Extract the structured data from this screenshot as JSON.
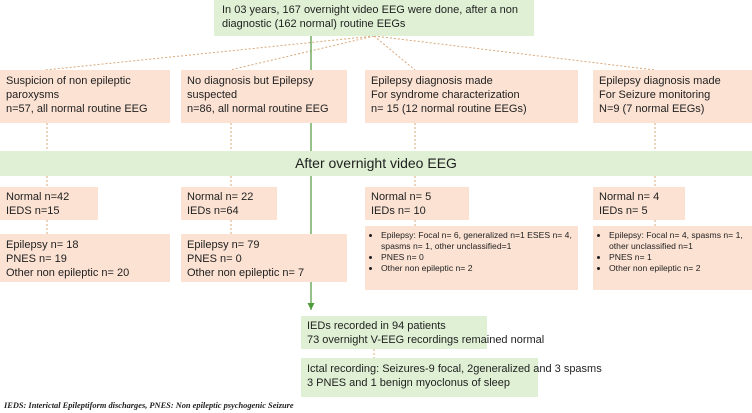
{
  "top": {
    "lines": [
      "In 03 years, 167 overnight video EEG were done, after a non",
      "diagnostic (162 normal) routine EEGs"
    ]
  },
  "categories": [
    {
      "lines": [
        "Suspicion of non epileptic",
        "paroxysms",
        "n=57, all normal routine EEG"
      ],
      "results": [
        "Normal n=42",
        "IEDS n=15"
      ],
      "outcomes": [
        "Epilepsy n= 18",
        "PNES n= 19",
        "Other non epileptic n= 20"
      ]
    },
    {
      "lines": [
        "No diagnosis but Epilepsy",
        "suspected",
        "n=86, all normal routine EEG"
      ],
      "results": [
        "Normal n= 22",
        "IEDs n=64"
      ],
      "outcomes": [
        "Epilepsy n= 79",
        "PNES n= 0",
        "Other non epileptic n= 7"
      ]
    },
    {
      "lines": [
        "Epilepsy diagnosis made",
        "For syndrome characterization",
        "n= 15 (12 normal routine EEGs)"
      ],
      "results": [
        "Normal n= 5",
        "IEDs n= 10"
      ],
      "bullets": [
        "Epilepsy: Focal n= 6, generalized n=1 ESES n= 4, spasms n= 1, other unclassified=1",
        "PNES n= 0",
        "Other non epileptic n= 2"
      ]
    },
    {
      "lines": [
        "Epilepsy diagnosis made",
        "For Seizure monitoring",
        "N=9 (7 normal EEGs)"
      ],
      "results": [
        "Normal n= 4",
        "IEDs n= 5"
      ],
      "bullets": [
        "Epilepsy: Focal n= 4, spasms n= 1, other unclassified n=1",
        "PNES n= 1",
        "Other non epileptic n= 2"
      ]
    }
  ],
  "banner": {
    "label": "After overnight video EEG"
  },
  "summary": {
    "lines": [
      "IEDs recorded in 94 patients",
      "73 overnight V-EEG recordings remained normal"
    ]
  },
  "ictal": {
    "lines": [
      "Ictal recording: Seizures-9 focal, 2generalized and 3 spasms",
      "3 PNES and 1 benign myoclonus of sleep"
    ]
  },
  "footnote": "IEDS: Interictal Epileptiform discharges, PNES: Non epileptic psychogenic Seizure",
  "colors": {
    "green_box": "#dff0d4",
    "peach_box": "#fbe2d3",
    "connector_dashed": "#d9a77a",
    "arrow": "#4f9a3a"
  }
}
